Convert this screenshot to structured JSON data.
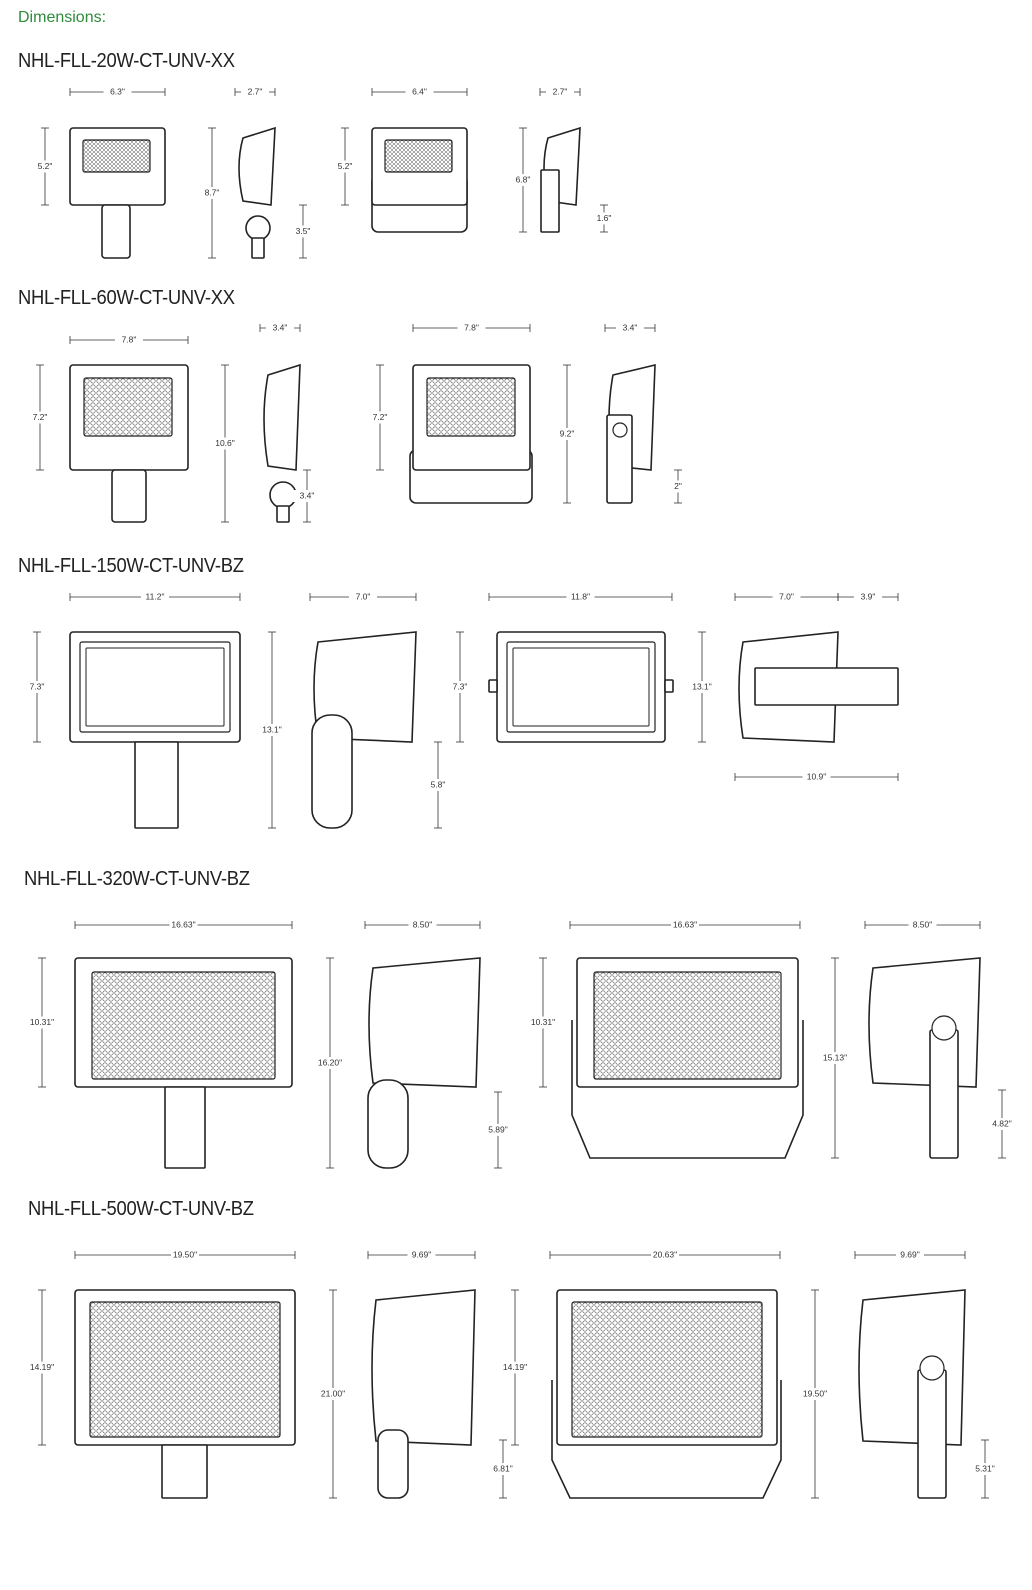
{
  "heading": "Dimensions:",
  "models": [
    {
      "name": "NHL-FLL-20W-CT-UNV-XX",
      "dimensions": [
        "6.3\"",
        "2.7\"",
        "5.2\"",
        "8.7\"",
        "3.5\"",
        "6.4\"",
        "2.7\"",
        "5.2\"",
        "6.8\"",
        "1.6\""
      ]
    },
    {
      "name": "NHL-FLL-60W-CT-UNV-XX",
      "dimensions": [
        "7.8\"",
        "3.4\"",
        "7.2\"",
        "10.6\"",
        "3.4\"",
        "7.8\"",
        "3.4\"",
        "7.2\"",
        "9.2\"",
        "2\""
      ]
    },
    {
      "name": "NHL-FLL-150W-CT-UNV-BZ",
      "dimensions": [
        "11.2\"",
        "7.0\"",
        "7.3\"",
        "13.1\"",
        "5.8\"",
        "11.8\"",
        "7.3\"",
        "13.1\"",
        "7.0\"",
        "3.9\"",
        "10.9\""
      ]
    },
    {
      "name": "NHL-FLL-320W-CT-UNV-BZ",
      "dimensions": [
        "16.63\"",
        "8.50\"",
        "10.31\"",
        "16.20\"",
        "5.89\"",
        "16.63\"",
        "8.50\"",
        "10.31\"",
        "15.13\"",
        "4.82\""
      ]
    },
    {
      "name": "NHL-FLL-500W-CT-UNV-BZ",
      "dimensions": [
        "19.50\"",
        "9.69\"",
        "14.19\"",
        "21.00\"",
        "6.81\"",
        "20.63\"",
        "9.69\"",
        "14.19\"",
        "19.50\"",
        "5.31\""
      ]
    }
  ]
}
